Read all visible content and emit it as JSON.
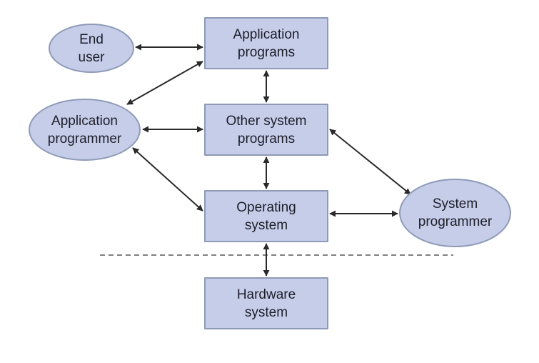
{
  "diagram": {
    "nodes": {
      "application_programs": {
        "lines": [
          "Application",
          "programs"
        ]
      },
      "other_system_programs": {
        "lines": [
          "Other system",
          "programs"
        ]
      },
      "operating_system": {
        "lines": [
          "Operating",
          "system"
        ]
      },
      "hardware_system": {
        "lines": [
          "Hardware",
          "system"
        ]
      },
      "end_user": {
        "lines": [
          "End",
          "user"
        ]
      },
      "application_programmer": {
        "lines": [
          "Application",
          "programmer"
        ]
      },
      "system_programmer": {
        "lines": [
          "System",
          "programmer"
        ]
      }
    },
    "edges": [
      {
        "from": "end_user",
        "to": "application_programs"
      },
      {
        "from": "application_programmer",
        "to": "application_programs"
      },
      {
        "from": "application_programmer",
        "to": "other_system_programs"
      },
      {
        "from": "application_programmer",
        "to": "operating_system"
      },
      {
        "from": "application_programs",
        "to": "other_system_programs"
      },
      {
        "from": "other_system_programs",
        "to": "operating_system"
      },
      {
        "from": "operating_system",
        "to": "hardware_system"
      },
      {
        "from": "other_system_programs",
        "to": "system_programmer"
      },
      {
        "from": "operating_system",
        "to": "system_programmer"
      }
    ],
    "colors": {
      "node_fill": "#c5cde9",
      "node_border": "#8e9ab6",
      "arrow": "#2a2a2a",
      "divider": "#808080"
    }
  }
}
